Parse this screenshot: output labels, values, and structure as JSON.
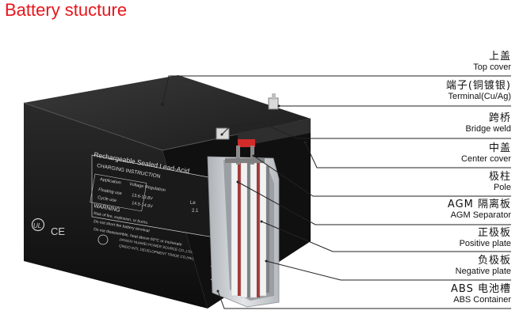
{
  "title": "Battery stucture",
  "labels": [
    {
      "cn": "上盖",
      "en": "Top cover"
    },
    {
      "cn": "端子(铜镀银)",
      "en": "Terminal(Cu/Ag)"
    },
    {
      "cn": "跨桥",
      "en": "Bridge weld"
    },
    {
      "cn": "中盖",
      "en": "Center cover"
    },
    {
      "cn": "极柱",
      "en": "Pole"
    },
    {
      "cn": "AGM 隔离板",
      "en": "AGM Separator"
    },
    {
      "cn": "正极板",
      "en": "Positive plate"
    },
    {
      "cn": "负极板",
      "en": "Negative plate"
    },
    {
      "cn": "ABS 电池槽",
      "en": "ABS Container"
    }
  ],
  "battery_label": {
    "heading": "Rechargeable Sealed Lead-Acid",
    "instruction": "CHARGING INSTRUCTION",
    "table_head": [
      "Application",
      "Voltage Regulation"
    ],
    "rows": [
      [
        "Floating use",
        "13.6-13.8V"
      ],
      [
        "Cycle use",
        "14.5-14.9V"
      ]
    ],
    "warning": "WARNING",
    "warnings": [
      "Risk of fire, explosion, or burns.",
      "Do not short the battery terminal",
      "Do not disassemble, heat above 60°C or incinerate"
    ],
    "maker": "JIANGXI HUAMEI POWER SOURCE CO.,LTD.",
    "trade": "QINDO INTL DEVELOPMENT TRADE CO.(HK)",
    "side_a": "Le",
    "side_b": "2.1"
  },
  "colors": {
    "title": "#e8141b",
    "case": "#151515",
    "positive": "#a23a37",
    "separator": "#f2f2f2",
    "container": "#c9ccd0"
  }
}
